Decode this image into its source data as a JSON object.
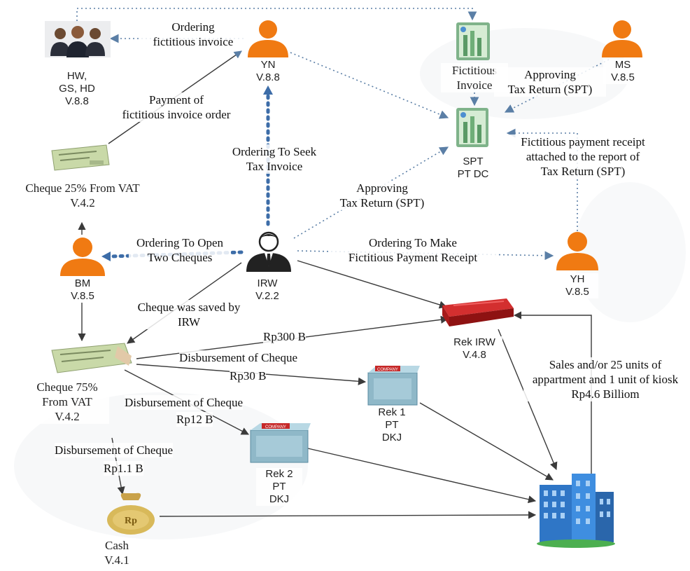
{
  "nodes": {
    "hw_group": {
      "line1": "HW,",
      "line2": "GS, HD",
      "line3": "V.8.8"
    },
    "yn": {
      "name": "YN",
      "ver": "V.8.8"
    },
    "fictitious_invoice": {
      "line1": "Fictitious",
      "line2": "Invoice"
    },
    "ms": {
      "name": "MS",
      "ver": "V.8.5"
    },
    "spt": {
      "line1": "SPT",
      "line2": "PT DC"
    },
    "cheque25": {
      "line1": "Cheque 25% From VAT",
      "line2": "V.4.2"
    },
    "bm": {
      "name": "BM",
      "ver": "V.8.5"
    },
    "irw": {
      "name": "IRW",
      "ver": "V.2.2"
    },
    "yh": {
      "name": "YH",
      "ver": "V.8.5"
    },
    "rek_irw": {
      "line1": "Rek IRW",
      "line2": "V.4.8"
    },
    "cheque75": {
      "line1": "Cheque 75%",
      "line2": "From VAT",
      "line3": "V.4.2"
    },
    "rek1": {
      "line1": "Rek 1",
      "line2": "PT",
      "line3": "DKJ"
    },
    "rek2": {
      "line1": "Rek 2",
      "line2": "PT",
      "line3": "DKJ"
    },
    "cash": {
      "line1": "Cash",
      "line2": "V.4.1",
      "bag_text": "Rp"
    },
    "box_text": "COMPANY"
  },
  "labels": {
    "ordering_invoice": {
      "line1": "Ordering",
      "line2": "fictitious invoice"
    },
    "payment_order": {
      "line1": "Payment of",
      "line2": "fictitious invoice order"
    },
    "approving_ms": {
      "line1": "Approving",
      "line2": "Tax Return (SPT)"
    },
    "seek_tax": {
      "line1": "Ordering To Seek",
      "line2": "Tax Invoice"
    },
    "receipt_attached": {
      "line1": "Fictitious payment receipt",
      "line2": "attached to the report of",
      "line3": "Tax Return (SPT)"
    },
    "approving_irw": {
      "line1": "Approving",
      "line2": "Tax Return (SPT)"
    },
    "open_cheques": {
      "line1": "Ordering To Open",
      "line2": "Two Cheques"
    },
    "make_receipt": {
      "line1": "Ordering To Make",
      "line2": "Fictitious Payment Receipt"
    },
    "saved_by": {
      "line1": "Cheque was saved by",
      "line2": "IRW"
    },
    "rp300": "Rp300 B",
    "disb1": "Disbursement of Cheque",
    "rp30": "Rp30 B",
    "disb2": "Disbursement of Cheque",
    "rp12": "Rp12 B",
    "disb3": "Disbursement of Cheque",
    "rp11": "Rp1.1 B",
    "sales": {
      "line1": "Sales and/or 25 units of",
      "line2": "appartment and 1 unit of kiosk",
      "line3": "Rp4.6 Billiom"
    }
  },
  "colors": {
    "person": "#f07a12",
    "arrow": "#3a3a3a",
    "dotted": "#5b7fa6",
    "heavy_dotted": "#3d6da8",
    "bank": "#b71c1c",
    "box": "#8fb8c8",
    "building": "#2f76c6",
    "cheque": "#c9d9a8",
    "money_bag": "#d8b95a"
  }
}
